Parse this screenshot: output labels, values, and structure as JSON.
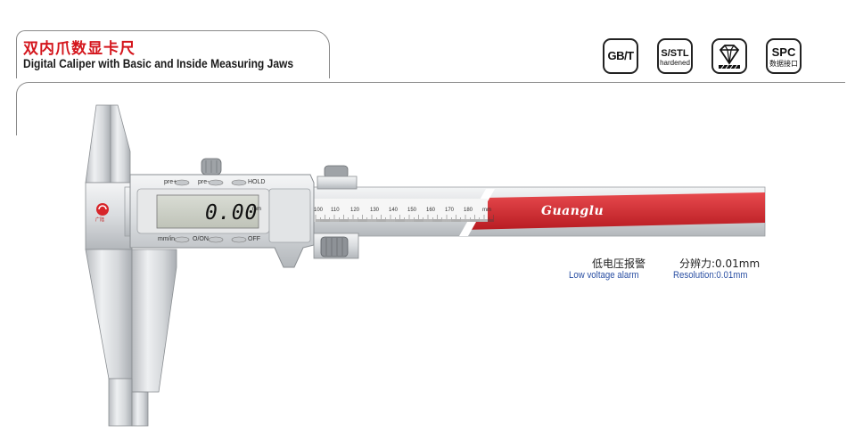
{
  "header": {
    "title_cn": "双内爪数显卡尺",
    "title_en": "Digital Caliper with Basic and Inside Measuring Jaws"
  },
  "badges": [
    {
      "id": "gbt",
      "label": "GB/T"
    },
    {
      "id": "sstl",
      "label": "S/STL",
      "sub": "hardened"
    },
    {
      "id": "diamond",
      "icon": "diamond-icon"
    },
    {
      "id": "spc",
      "label": "SPC",
      "sub": "数据接口"
    }
  ],
  "caliper": {
    "display": {
      "reading": "0.00",
      "unit": "mm"
    },
    "buttons": {
      "top": [
        "pre+",
        "pre-",
        "HOLD"
      ],
      "bottom": [
        "mm/in",
        "O/ON",
        "OFF"
      ]
    },
    "scale": {
      "numbers": [
        "100",
        "110",
        "120",
        "130",
        "140",
        "150",
        "160",
        "170",
        "180"
      ],
      "unit": "mm"
    },
    "brand": "Guanglu",
    "logo_sub": "广陆"
  },
  "features": {
    "alarm_cn": "低电压报警",
    "alarm_en": "Low voltage alarm",
    "resolution_cn": "分辨力:",
    "resolution_value": "0.01mm",
    "resolution_en": "Resolution:0.01mm"
  },
  "colors": {
    "title_red": "#d4151c",
    "beam_red": "#d7252a",
    "feature_blue": "#2a4fa3"
  }
}
